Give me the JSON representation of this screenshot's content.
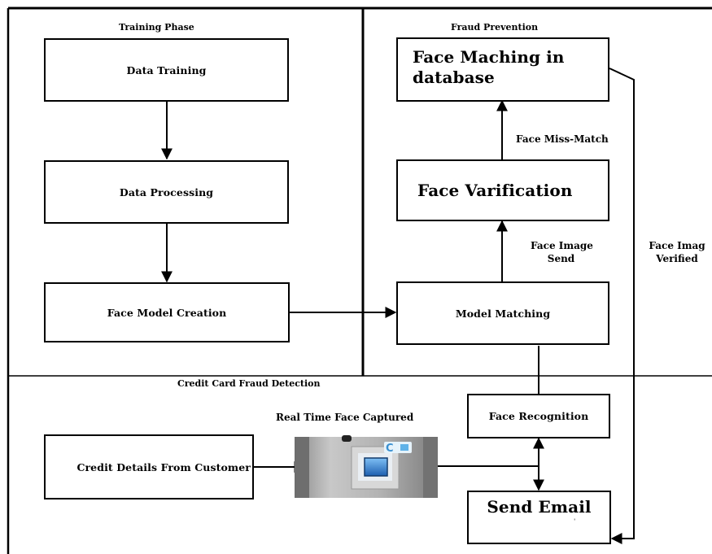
{
  "sections": {
    "training_title": "Training Phase",
    "prevention_title": "Fraud Prevention",
    "detection_title": "Credit Card Fraud Detection"
  },
  "boxes": {
    "data_training": "Data Training",
    "data_processing": "Data Processing",
    "face_model_creation": "Face Model Creation",
    "face_matching": "Face Maching in database",
    "face_verification": "Face Varification",
    "model_matching": "Model Matching",
    "face_recognition": "Face Recognition",
    "credit_details": "Credit Details From Customer",
    "send_email": "Send Email"
  },
  "labels": {
    "face_miss_match": "Face Miss-Match",
    "face_image_send_1": "Face Image",
    "face_image_send_2": "Send",
    "face_image_verified_1": "Face Imag",
    "face_image_verified_2": "Verified",
    "real_time_capture": "Real Time Face Captured"
  },
  "camera": {
    "logo_text": "C",
    "icon": "camera-device-icon"
  },
  "colors": {
    "line": "#000000",
    "camera_body": "#b9b9b9",
    "camera_screen": "#2e7fd0"
  }
}
